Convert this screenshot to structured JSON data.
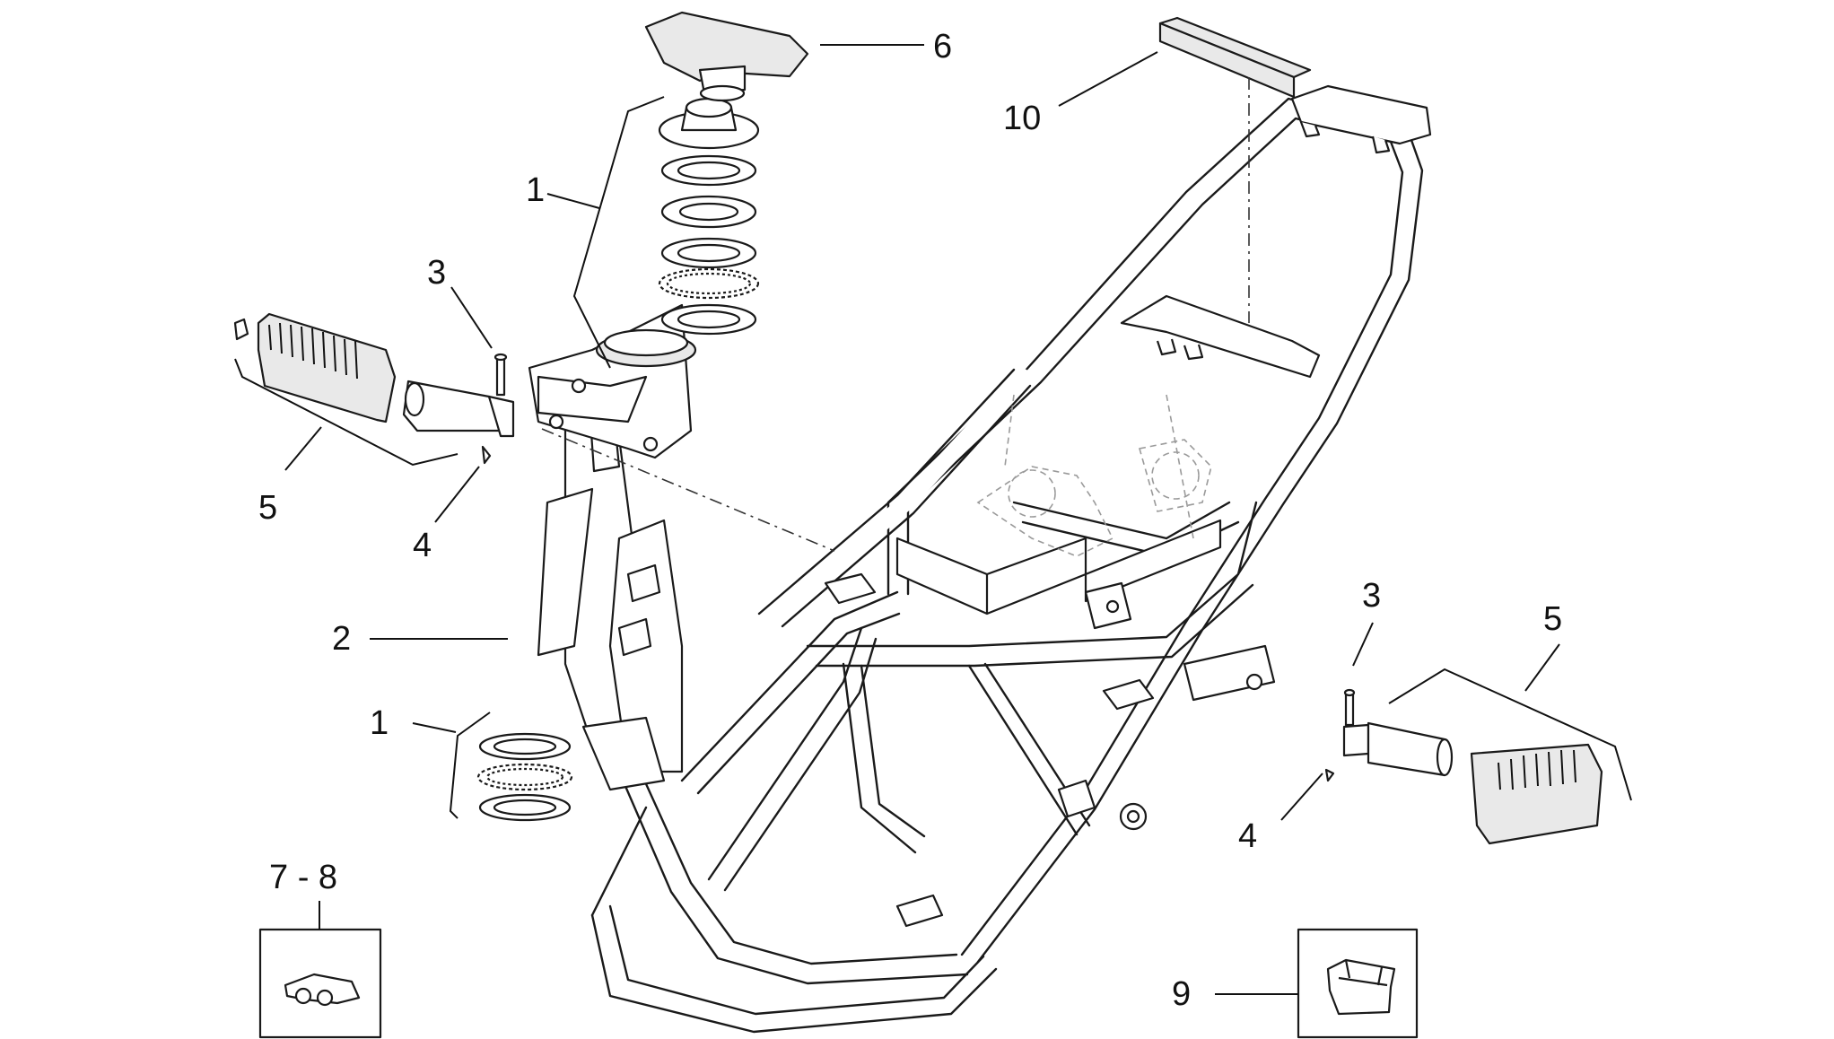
{
  "callouts": {
    "c1_top": "1",
    "c1_bottom": "1",
    "c2": "2",
    "c3_left": "3",
    "c3_right": "3",
    "c4_left": "4",
    "c4_right": "4",
    "c5_left": "5",
    "c5_right": "5",
    "c6": "6",
    "c7_8": "7 - 8",
    "c9": "9",
    "c10": "10"
  }
}
